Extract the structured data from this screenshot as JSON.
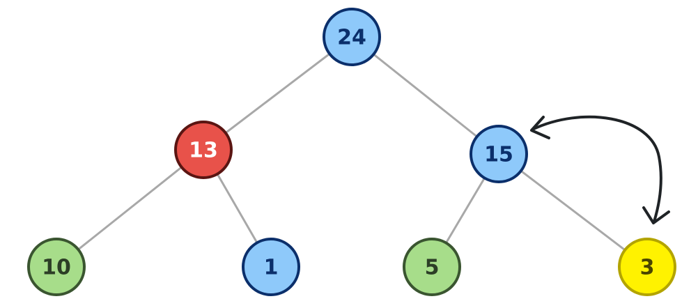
{
  "colors": {
    "background": "#ffffff",
    "edge": "#a8a8a8",
    "arrow": "#1f2326",
    "blue_fill": "#8ec9fa",
    "blue_stroke": "#0b2f6b",
    "blue_text": "#0b2f6b",
    "red_fill": "#e8524a",
    "red_stroke": "#5a1512",
    "red_text": "#ffffff",
    "green_fill": "#a7dd8a",
    "green_stroke": "#3a5530",
    "green_text": "#2c3e26",
    "yellow_fill": "#fff200",
    "yellow_stroke": "#b3a400",
    "yellow_text": "#4a4500"
  },
  "nodes": [
    {
      "id": "n24",
      "label": "24",
      "style": "blue"
    },
    {
      "id": "n13",
      "label": "13",
      "style": "red"
    },
    {
      "id": "n15",
      "label": "15",
      "style": "blue"
    },
    {
      "id": "n10",
      "label": "10",
      "style": "green"
    },
    {
      "id": "n1",
      "label": "1",
      "style": "blue"
    },
    {
      "id": "n5",
      "label": "5",
      "style": "green"
    },
    {
      "id": "n3",
      "label": "3",
      "style": "yellow"
    }
  ],
  "edges": [
    {
      "from": "n24",
      "to": "n13"
    },
    {
      "from": "n24",
      "to": "n15"
    },
    {
      "from": "n13",
      "to": "n10"
    },
    {
      "from": "n13",
      "to": "n1"
    },
    {
      "from": "n15",
      "to": "n5"
    },
    {
      "from": "n15",
      "to": "n3"
    }
  ],
  "swap_arrow": {
    "between": [
      "n15",
      "n3"
    ],
    "bidirectional": true
  }
}
